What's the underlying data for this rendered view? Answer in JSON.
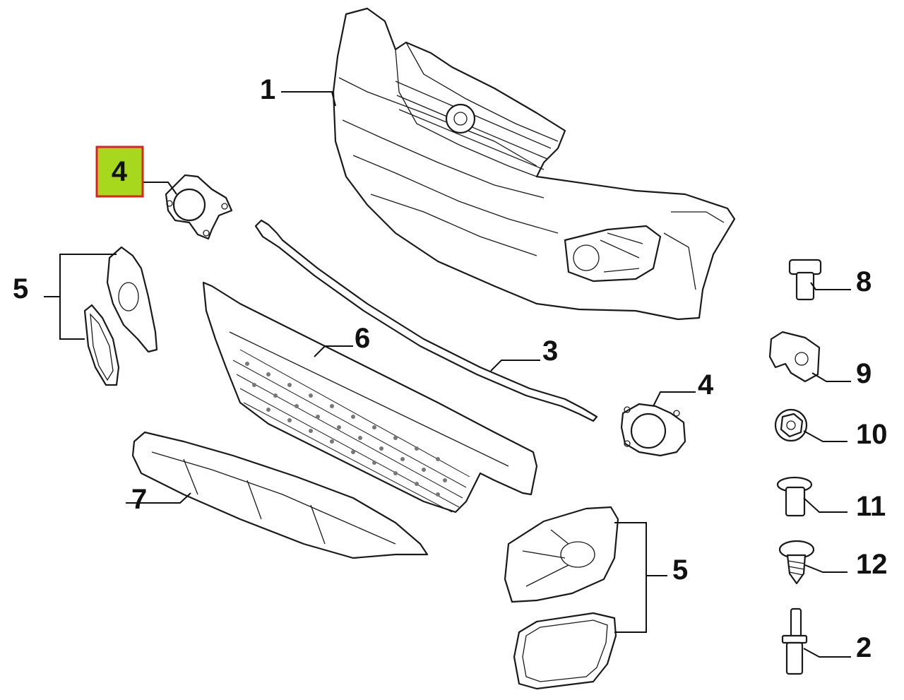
{
  "diagram": {
    "highlight": {
      "label": "4",
      "fill": "#a8d81e",
      "border": "#e02020"
    },
    "callouts": {
      "bumper": "1",
      "stud": "2",
      "reinforcement_strip": "3",
      "fog_lamp_right": "4",
      "fog_frame_left": "5",
      "grille": "6",
      "undertray": "7",
      "bolt": "8",
      "clip": "9",
      "nut": "10",
      "rivet": "11",
      "screw": "12",
      "fog_frame_right": "5"
    }
  }
}
